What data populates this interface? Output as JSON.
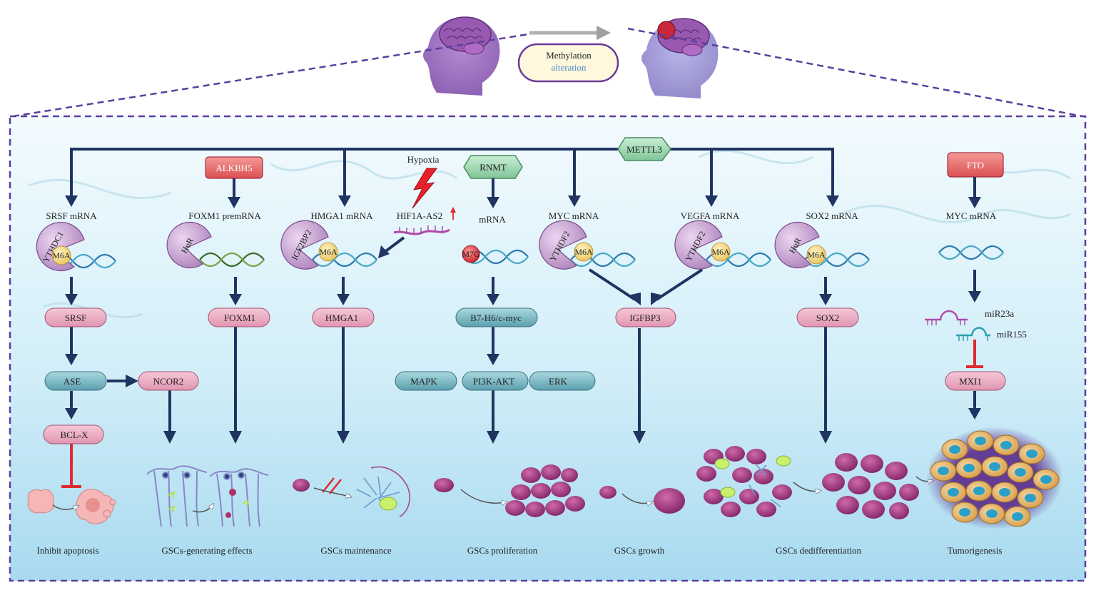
{
  "header": {
    "methylation_label": "Methylation",
    "alteration_label": "alteration"
  },
  "top_nodes": {
    "mettl3": "METTL3",
    "alkbh5": "ALKBH5",
    "rnmt": "RNMT",
    "fto": "FTO",
    "hypoxia": "Hypoxia",
    "hif1a_as2": "HIF1A-AS2"
  },
  "mrna_labels": {
    "srsf": "SRSF mRNA",
    "foxm1": "FOXM1 premRNA",
    "hmga1": "HMGA1 mRNA",
    "mrna": "mRNA",
    "myc": "MYC mRNA",
    "vegfa": "VEGFA mRNA",
    "sox2": "SOX2 mRNA",
    "myc_fto": "MYC mRNA"
  },
  "readers": {
    "ythdc1": "YTHDC1",
    "hur_foxm1": "HuR",
    "igf2bp2": "IGF2BP2",
    "ythdf2_myc": "YTHDF2",
    "ythdf2_vegfa": "YTHDF2",
    "hur_sox2": "HuR"
  },
  "marks": {
    "m6a": "M6A",
    "m7g": "M7G"
  },
  "proteins": {
    "srsf": "SRSF",
    "ase": "ASE",
    "ncor2": "NCOR2",
    "bclx": "BCL-X",
    "foxm1": "FOXM1",
    "hmga1": "HMGA1",
    "b7h6": "B7-H6/c-myc",
    "mapk": "MAPK",
    "pi3k": "PI3K-AKT",
    "erk": "ERK",
    "igfbp3": "IGFBP3",
    "sox2": "SOX2",
    "mxi1": "MXI1"
  },
  "mirnas": {
    "mir23a": "miR23a",
    "mir155": "miR155"
  },
  "outcomes": {
    "inhibit_apoptosis": "Inhibit apoptosis",
    "gscs_generating": "GSCs-generating effects",
    "gscs_maintenance": "GSCs maintenance",
    "gscs_proliferation": "GSCs proliferation",
    "gscs_growth": "GSCs growth",
    "gscs_dedifferentiation": "GSCs dedifferentiation",
    "tumorigenesis": "Tumorigenesis"
  },
  "colors": {
    "arrow": "#1f3461",
    "pink_pill": "#e8a7bd",
    "teal_pill": "#7ab7c2",
    "red_box": "#e86a6a",
    "green_hex": "#9fd8b0",
    "reader": "#c79fd0",
    "frame": "#6a4aa8"
  }
}
